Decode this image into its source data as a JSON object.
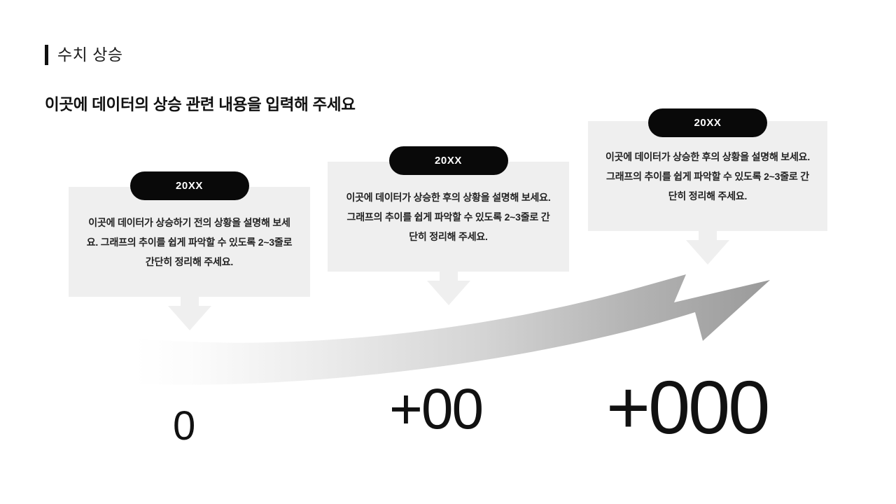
{
  "header": {
    "title": "수치 상승",
    "subtitle": "이곳에 데이터의 상승 관련 내용을 입력해 주세요",
    "accent_color": "#111111"
  },
  "colors": {
    "card_background": "#efefef",
    "badge_background": "#090909",
    "badge_text": "#ffffff",
    "arrow_gray": "#9a9a9a",
    "text": "#222222",
    "page_background": "#ffffff"
  },
  "steps": [
    {
      "badge": "20XX",
      "body": "이곳에 데이터가 상승하기 전의 상황을 설명해 보세요. 그래프의 추이를 쉽게 파악할 수 있도록 2~3줄로 간단히 정리해 주세요.",
      "value": "0"
    },
    {
      "badge": "20XX",
      "body": "이곳에 데이터가 상승한 후의 상황을 설명해 보세요. 그래프의 추이를 쉽게 파악할 수 있도록 2~3줄로 간단히 정리해 주세요.",
      "value": "+00"
    },
    {
      "badge": "20XX",
      "body": "이곳에 데이터가 상승한 후의 상황을 설명해 보세요. 그래프의 추이를 쉽게 파악할 수 있도록 2~3줄로 간단히 정리해 주세요.",
      "value": "+000"
    }
  ],
  "chart_data": {
    "type": "area",
    "title": "수치 상승",
    "categories": [
      "20XX",
      "20XX",
      "20XX"
    ],
    "values": [
      0,
      0,
      0
    ],
    "value_labels": [
      "0",
      "+00",
      "+000"
    ],
    "xlabel": "",
    "ylabel": "",
    "legend": [],
    "grid": false,
    "annotations": [
      "이곳에 데이터가 상승하기 전의 상황을 설명해 보세요. 그래프의 추이를 쉽게 파악할 수 있도록 2~3줄로 간단히 정리해 주세요.",
      "이곳에 데이터가 상승한 후의 상황을 설명해 보세요. 그래프의 추이를 쉽게 파악할 수 있도록 2~3줄로 간단히 정리해 주세요.",
      "이곳에 데이터가 상승한 후의 상황을 설명해 보세요. 그래프의 추이를 쉽게 파악할 수 있도록 2~3줄로 간단히 정리해 주세요."
    ]
  }
}
